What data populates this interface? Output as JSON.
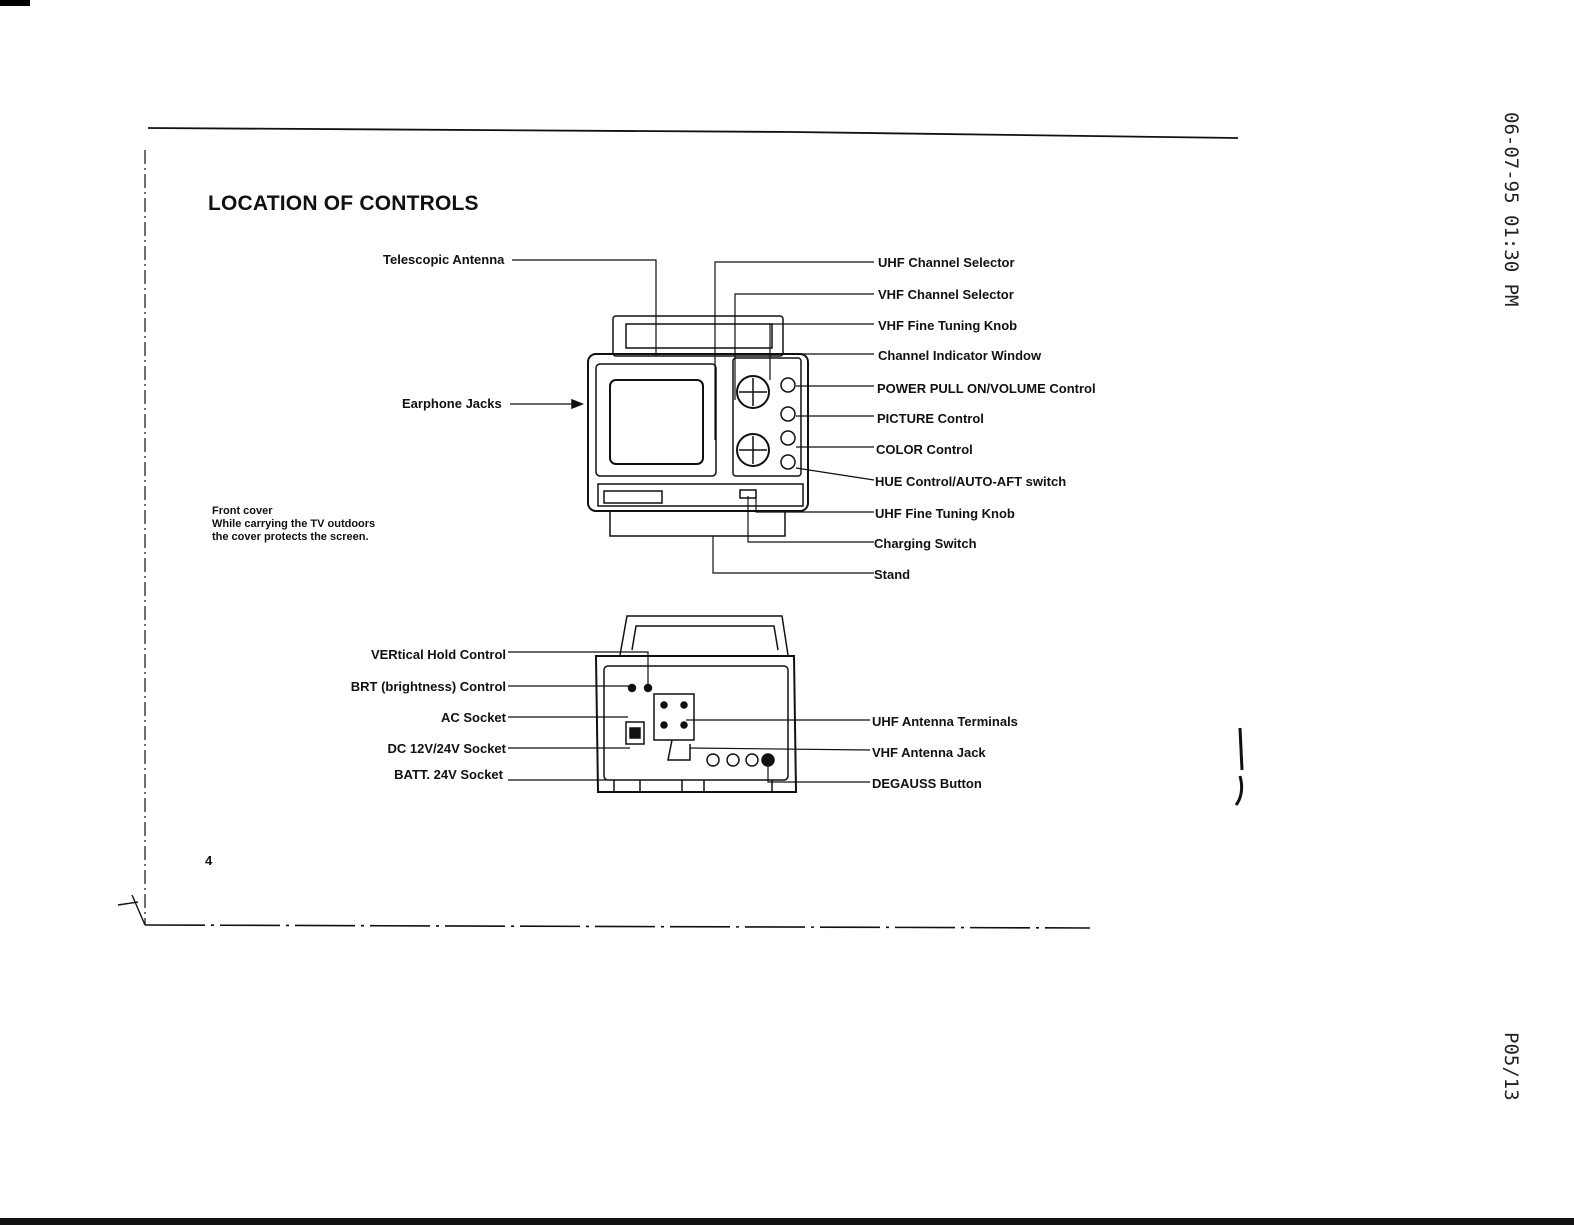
{
  "title": "LOCATION OF CONTROLS",
  "front_labels_left": {
    "telescopic_antenna": "Telescopic Antenna",
    "earphone_jacks": "Earphone Jacks"
  },
  "front_labels_right": [
    "UHF Channel Selector",
    "VHF Channel Selector",
    "VHF Fine Tuning Knob",
    "Channel Indicator Window",
    "POWER PULL ON/VOLUME Control",
    "PICTURE Control",
    "COLOR Control",
    "HUE Control/AUTO-AFT switch",
    "UHF Fine Tuning Knob",
    "Charging Switch",
    "Stand"
  ],
  "note": {
    "heading": "Front cover",
    "line1": "While carrying the TV outdoors",
    "line2": "the cover protects the screen."
  },
  "rear_labels_left": [
    "VERtical Hold Control",
    "BRT (brightness) Control",
    "AC Socket",
    "DC 12V/24V Socket",
    "BATT. 24V Socket"
  ],
  "rear_labels_right": [
    "UHF Antenna Terminals",
    "VHF Antenna Jack",
    "DEGAUSS Button"
  ],
  "page_number": "4",
  "fax_header": "06-07-95 01:30 PM",
  "fax_page": "P05/13"
}
